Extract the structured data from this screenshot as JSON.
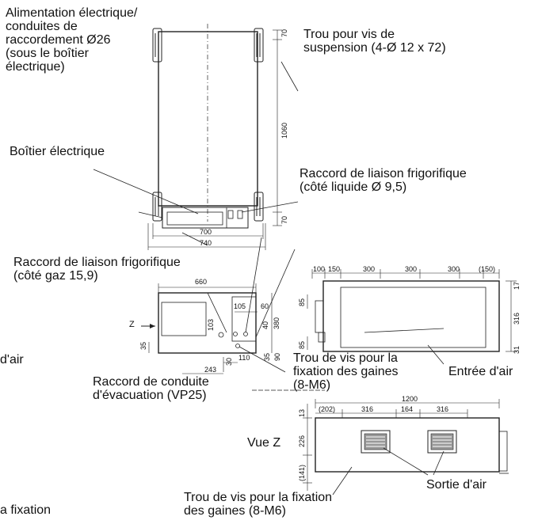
{
  "labels": {
    "power_supply": "Alimentation électrique/\nconduites de\nraccordement Ø26\n(sous le boîtier\nélectrique)",
    "suspension_hole": "Trou pour vis de\nsuspension (4-Ø 12 x 72)",
    "electric_box": "Boîtier électrique",
    "liquid_connection": "Raccord de liaison frigorifique\n(côté liquide Ø 9,5)",
    "gas_connection": "Raccord de liaison frigorifique\n(côté gaz 15,9)",
    "duct_screw_hole_1": "Trou de vis pour la\nfixation des gaines\n(8-M6)",
    "air_inlet": "Entrée d'air",
    "drain_connection": "Raccord de conduite\nd'évacuation (VP25)",
    "view_z": "Vue Z",
    "air_outlet": "Sortie d'air",
    "duct_screw_hole_2": "Trou de vis pour la fixation\ndes gaines (8-M6)",
    "cut_left_1": "d'air",
    "cut_left_2": "a fixation",
    "z_arrow": "Z"
  },
  "dimensions": {
    "top_70_a": "70",
    "top_1060": "1060",
    "top_70_b": "70",
    "top_700": "700",
    "top_740": "740",
    "side_660": "660",
    "side_105": "105",
    "side_60": "60",
    "side_103": "103",
    "side_35": "35",
    "side_40": "40",
    "side_380": "380",
    "side_30": "30",
    "side_110": "110",
    "side_35b": "35",
    "side_90": "90",
    "side_243": "243",
    "front_100": "100",
    "front_150": "150",
    "front_300a": "300",
    "front_300b": "300",
    "front_300c": "300",
    "front_150p": "(150)",
    "front_17": "17",
    "front_85a": "85",
    "front_85b": "85",
    "front_316": "316",
    "front_31": "31",
    "z_1200": "1200",
    "z_202": "(202)",
    "z_316a": "316",
    "z_164": "164",
    "z_316b": "316",
    "z_13": "13",
    "z_226": "226",
    "z_141": "(141)"
  }
}
